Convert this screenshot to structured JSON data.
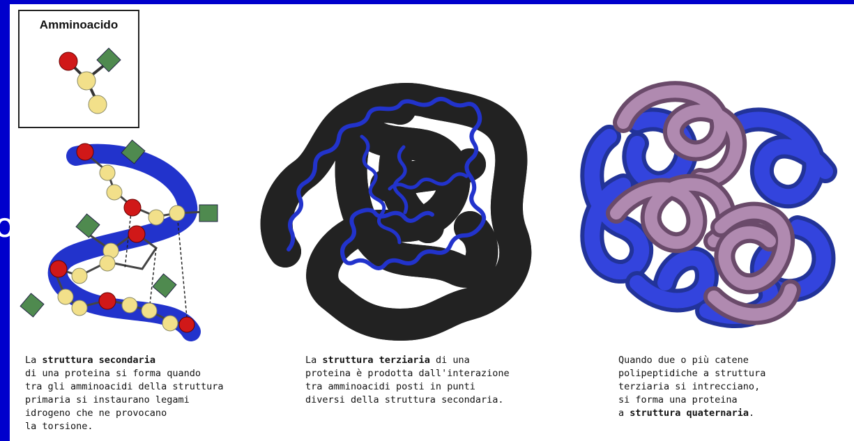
{
  "amino_label": "Amminoacido",
  "edge_glyph": "o",
  "captions": {
    "secondary": {
      "pre": "La ",
      "bold": "struttura secondaria",
      "rest": "\ndi una proteina si forma quando\ntra gli amminoacidi della struttura\nprimaria si instaurano legami\nidrogeno che ne provocano\nla torsione."
    },
    "tertiary": {
      "pre": "La ",
      "bold": "struttura terziaria",
      "rest": " di una\nproteina è prodotta dall'interazione\ntra amminoacidi posti in punti\ndiversi della struttura secondaria."
    },
    "quaternary": {
      "pre": "Quando due o più catene\npolipeptidiche a struttura\nterziaria si intrecciano,\nsi forma una proteina\na ",
      "bold": "struttura quaternaria",
      "rest": "."
    }
  },
  "colors": {
    "frame": "#0000cc",
    "ribbon": "#2233cc",
    "atom_red": "#d01818",
    "atom_yellow": "#f2e08a",
    "side_green": "#4f8a4f",
    "tube_beige": "#ddd6c0",
    "chain_purple": "#9a6a9a"
  }
}
